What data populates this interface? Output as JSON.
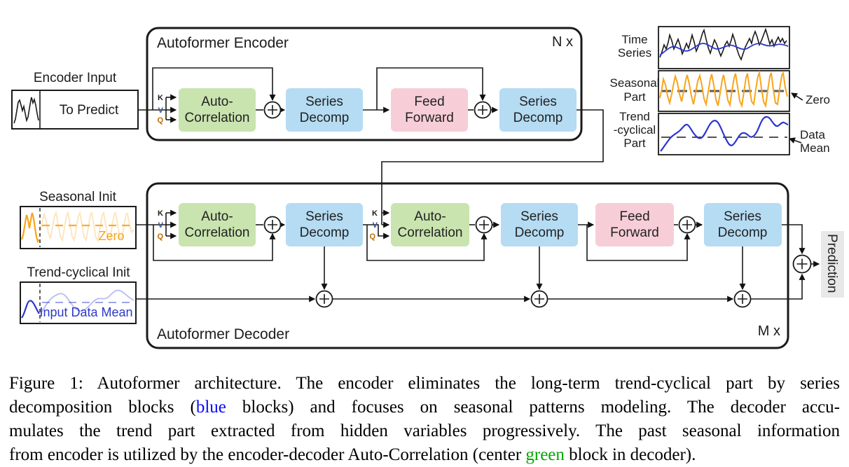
{
  "figure": {
    "encoder": {
      "title": "Autoformer Encoder",
      "multiplier": "N x",
      "input": {
        "label": "Encoder Input",
        "value": "To Predict"
      }
    },
    "decoder": {
      "title": "Autoformer Decoder",
      "multiplier": "M x",
      "seasonal_init": {
        "label": "Seasonal Init",
        "annotation": "Zero"
      },
      "trend_init": {
        "label": "Trend-cyclical Init",
        "annotation": "Input Data Mean"
      },
      "output_label": "Prediction"
    },
    "blocks": {
      "auto_correlation": {
        "line1": "Auto-",
        "line2": "Correlation"
      },
      "series_decomp": {
        "line1": "Series",
        "line2": "Decomp"
      },
      "feed_forward": {
        "line1": "Feed",
        "line2": "Forward"
      }
    },
    "attention_labels": {
      "k": "K",
      "v": "V",
      "q": "Q"
    },
    "legend_plots": {
      "time_series": {
        "line1": "Time",
        "line2": "Series"
      },
      "seasonal": {
        "line1": "Seasonal",
        "line2": "Part",
        "annotation": "Zero"
      },
      "trend": {
        "line1": "Trend",
        "line2": "-cyclical",
        "line3": "Part",
        "annotation_line1": "Data",
        "annotation_line2": "Mean"
      }
    },
    "colors": {
      "block_green": "#c9e4af",
      "block_blue": "#b5dcf3",
      "block_pink": "#f7ced7",
      "seasonal_orange": "#f7a51b",
      "trend_blue": "#2a35cf",
      "zero_dash_gray": "#5a5a5a",
      "caption_blue": "#0909ff",
      "caption_green": "#00a800",
      "k_label": "#1a1a1a",
      "v_label": "#2e5496",
      "q_label": "#bf6d00",
      "prediction_bg": "#e8e8e8",
      "line_black": "#1a1a1a"
    }
  },
  "caption": {
    "line1": "Figure 1: Autoformer architecture. The encoder eliminates the long-term trend-cyclical part by series",
    "line2_pre": "decomposition blocks (",
    "line2_blue": "blue",
    "line2_post": " blocks) and focuses on seasonal patterns modeling. The decoder accu-",
    "line3": "mulates the trend part extracted from hidden variables progressively. The past seasonal information",
    "line4_pre": "from encoder is utilized by the encoder-decoder Auto-Correlation (center ",
    "line4_green": "green",
    "line4_post": " block in decoder)."
  }
}
